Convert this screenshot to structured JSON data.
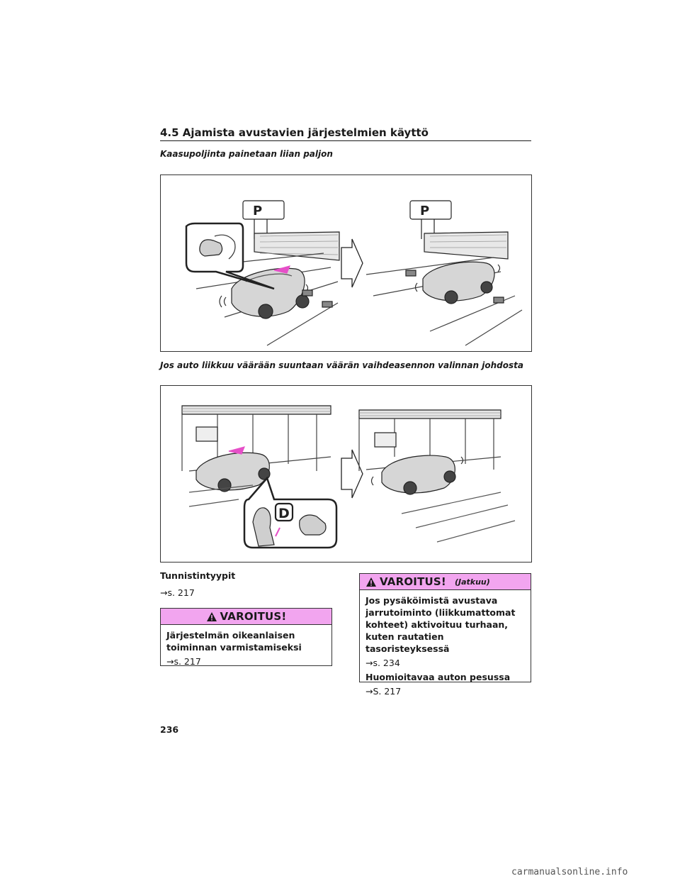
{
  "section": {
    "title": "4.5 Ajamista avustavien järjestelmien käyttö"
  },
  "figure1": {
    "caption": "Kaasupoljinta painetaan liian paljon"
  },
  "figure2": {
    "caption": "Jos auto liikkuu väärään suuntaan väärän vaihdeasennon valinnan johdosta",
    "gear_label": "D"
  },
  "detection": {
    "heading": "Tunnistintyypit",
    "ref": "→s. 217"
  },
  "warning1": {
    "title": "VAROITUS!",
    "heading": "Järjestelmän oikeanlaisen toiminnan varmistamiseksi",
    "ref": "→s. 217"
  },
  "warning2": {
    "title": "VAROITUS!",
    "continued": "(Jatkuu)",
    "heading1": "Jos pysäköimistä avustava jarrutoiminto (liikkumattomat kohteet) aktivoituu turhaan, kuten rautatien tasoristeyksessä",
    "ref1": "→s. 234",
    "heading2": "Huomioitavaa auton pesussa",
    "ref2": "→S. 217"
  },
  "page": {
    "number": "236"
  },
  "footer": {
    "text": "carmanualsonline.info"
  },
  "colors": {
    "warning_header": "#f2a5ef",
    "arrow_pink": "#e64fc8"
  }
}
